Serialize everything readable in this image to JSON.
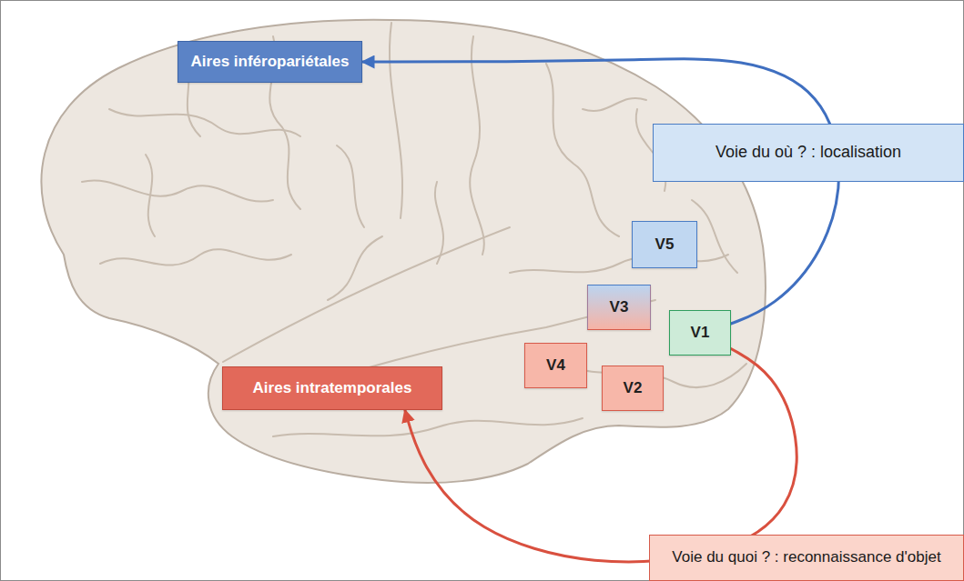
{
  "diagram": {
    "nodes": [
      {
        "text": [
          "Aires inféropariétales"
        ]
      },
      {
        "text": [
          "Voie du où ? : localisation"
        ]
      },
      {
        "text": [
          "V5"
        ]
      },
      {
        "text": [
          "V3"
        ]
      },
      {
        "text": [
          "V1"
        ]
      },
      {
        "text": [
          "V4"
        ]
      },
      {
        "text": [
          "V2"
        ]
      },
      {
        "text": [
          "Aires intratemporales"
        ]
      },
      {
        "text": [
          "Voie du quoi ? : reconnaissance d'objet"
        ]
      }
    ],
    "edges": [
      {
        "from": 4,
        "to": 0,
        "arrow": "to"
      },
      {
        "from": 4,
        "to": 7,
        "arrow": "to"
      }
    ]
  }
}
